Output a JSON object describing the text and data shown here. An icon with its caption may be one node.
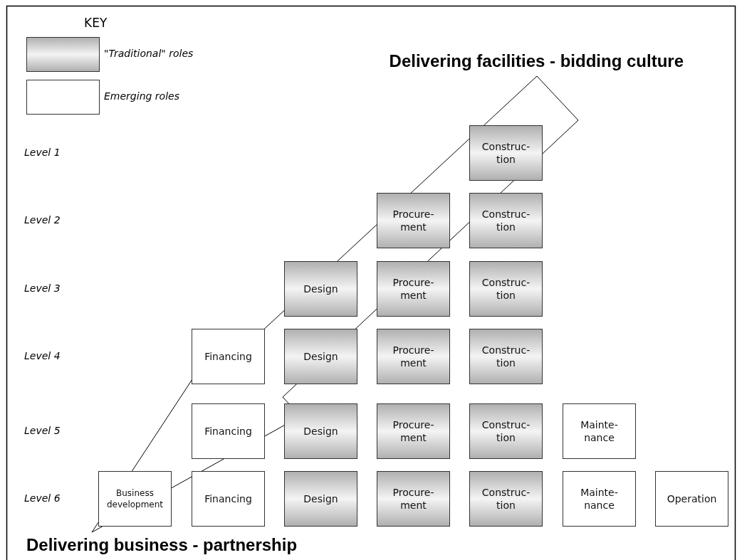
{
  "diagram": {
    "nodes": [
      {
        "text": [
          "Construc- tion"
        ]
      },
      {
        "text": [
          "Procure- ment"
        ]
      },
      {
        "text": [
          "Construc- tion"
        ]
      },
      {
        "text": [
          "Design"
        ]
      },
      {
        "text": [
          "Procure- ment"
        ]
      },
      {
        "text": [
          "Construc- tion"
        ]
      },
      {
        "text": [
          "Financing"
        ]
      },
      {
        "text": [
          "Design"
        ]
      },
      {
        "text": [
          "Procure- ment"
        ]
      },
      {
        "text": [
          "Construc- tion"
        ]
      },
      {
        "text": [
          "Financing"
        ]
      },
      {
        "text": [
          "Design"
        ]
      },
      {
        "text": [
          "Procure- ment"
        ]
      },
      {
        "text": [
          "Construc- tion"
        ]
      },
      {
        "text": [
          "Mainte- nance"
        ]
      },
      {
        "text": [
          "Business development"
        ]
      },
      {
        "text": [
          "Financing"
        ]
      },
      {
        "text": [
          "Design"
        ]
      },
      {
        "text": [
          "Procure- ment"
        ]
      },
      {
        "text": [
          "Construc- tion"
        ]
      },
      {
        "text": [
          "Mainte- nance"
        ]
      },
      {
        "text": [
          "Operation"
        ]
      }
    ],
    "edges": [],
    "labels": [
      "KEY",
      "Delivering facilities - bidding culture",
      "Level 1",
      "Level 2",
      "Level 3",
      "Level 4",
      "Level 5",
      "Level 6",
      "Delivering business - partnership"
    ],
    "legend": [
      {
        "text": "\"Traditional\" roles",
        "color": "#b0b0b0"
      },
      {
        "text": "Emerging roles",
        "color": "#ffffff"
      }
    ]
  }
}
